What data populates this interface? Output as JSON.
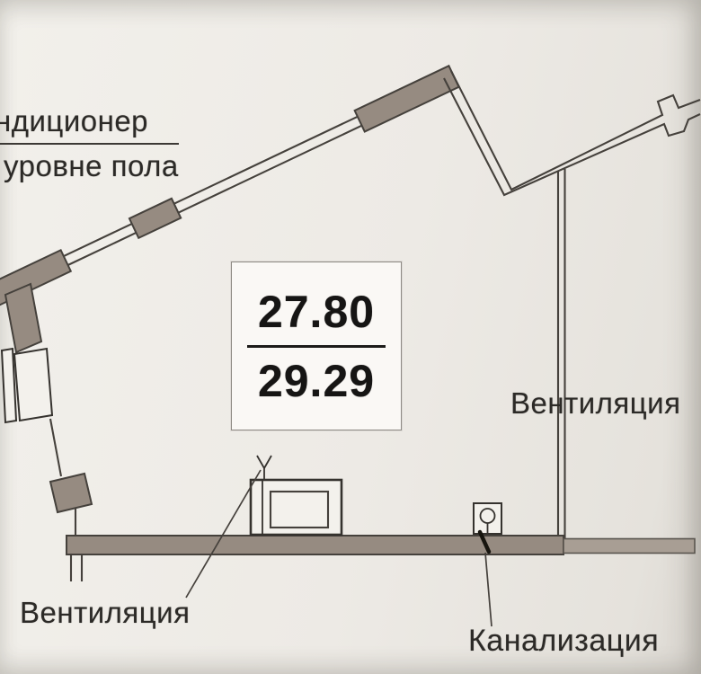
{
  "plan": {
    "labels": {
      "aircon_line1": "ндиционер",
      "aircon_line2": "уровне пола",
      "ventilation_right": "Вентиляция",
      "ventilation_bottom": "Вентиляция",
      "sewerage": "Канализация"
    },
    "area_box": {
      "upper": "27.80",
      "lower": "29.29"
    },
    "colors": {
      "paper": "#edeae5",
      "wall_fill": "#968b81",
      "wall_fill_light": "#a89e94",
      "line_color": "#45413c",
      "text_color": "#2c2a27",
      "area_box_bg": "#faf8f5"
    }
  }
}
